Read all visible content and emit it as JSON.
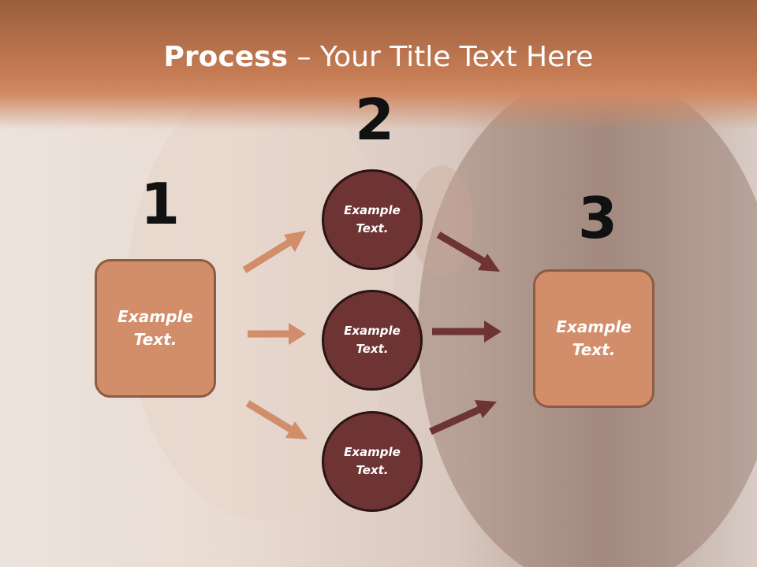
{
  "title": {
    "bold": "Process",
    "rest": " – Your Title Text Here"
  },
  "numbers": {
    "n1": "1",
    "n2": "2",
    "n3": "3"
  },
  "left_box": {
    "label": "Example Text."
  },
  "right_box": {
    "label": "Example Text."
  },
  "circles": [
    {
      "label": "Example Text."
    },
    {
      "label": "Example Text."
    },
    {
      "label": "Example Text."
    }
  ],
  "colors": {
    "title_bar": "#c47b54",
    "box_fill": "#d28d6b",
    "box_border": "#8e5c43",
    "circle_fill": "#6e3333",
    "circle_border": "#2b1414",
    "arrow_light": "#d28d6b",
    "arrow_dark": "#6e3333"
  }
}
